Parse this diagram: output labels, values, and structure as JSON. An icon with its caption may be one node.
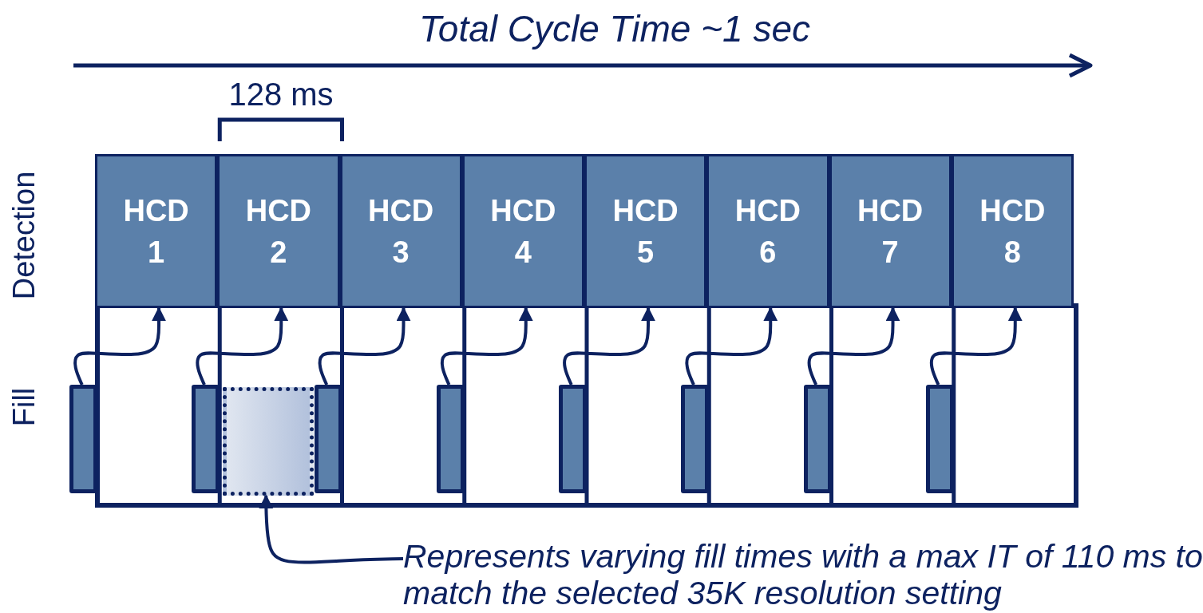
{
  "diagram": {
    "title": "Total Cycle Time ~1 sec",
    "nodes": [
      {
        "text": [
          "HCD 1"
        ]
      },
      {
        "text": [
          "HCD 2"
        ]
      },
      {
        "text": [
          "HCD 3"
        ]
      },
      {
        "text": [
          "HCD 4"
        ]
      },
      {
        "text": [
          "HCD 5"
        ]
      },
      {
        "text": [
          "HCD 6"
        ]
      },
      {
        "text": [
          "HCD 7"
        ]
      },
      {
        "text": [
          "HCD 8"
        ]
      },
      {
        "text": [],
        "shape": "bar"
      },
      {
        "text": [],
        "shape": "bar"
      },
      {
        "text": [],
        "shape": "bar"
      },
      {
        "text": [],
        "shape": "bar"
      },
      {
        "text": [],
        "shape": "bar"
      },
      {
        "text": [],
        "shape": "bar"
      },
      {
        "text": [],
        "shape": "bar"
      },
      {
        "text": [],
        "shape": "bar"
      },
      {
        "text": [],
        "shape": "box"
      },
      {
        "text": [
          "Represents varying fill times with a max IT of 110 ms to match the selected 35K resolution setting"
        ]
      }
    ],
    "edges": [
      {
        "from": 8,
        "to": 0,
        "arrow": "to"
      },
      {
        "from": 9,
        "to": 1,
        "arrow": "to"
      },
      {
        "from": 10,
        "to": 2,
        "arrow": "to"
      },
      {
        "from": 11,
        "to": 3,
        "arrow": "to"
      },
      {
        "from": 12,
        "to": 4,
        "arrow": "to"
      },
      {
        "from": 13,
        "to": 5,
        "arrow": "to"
      },
      {
        "from": 14,
        "to": 6,
        "arrow": "to"
      },
      {
        "from": 15,
        "to": 7,
        "arrow": "to"
      },
      {
        "from": 17,
        "to": 16,
        "arrow": "to"
      }
    ],
    "labels": [
      "128 ms",
      "Detection",
      "Fill"
    ]
  }
}
